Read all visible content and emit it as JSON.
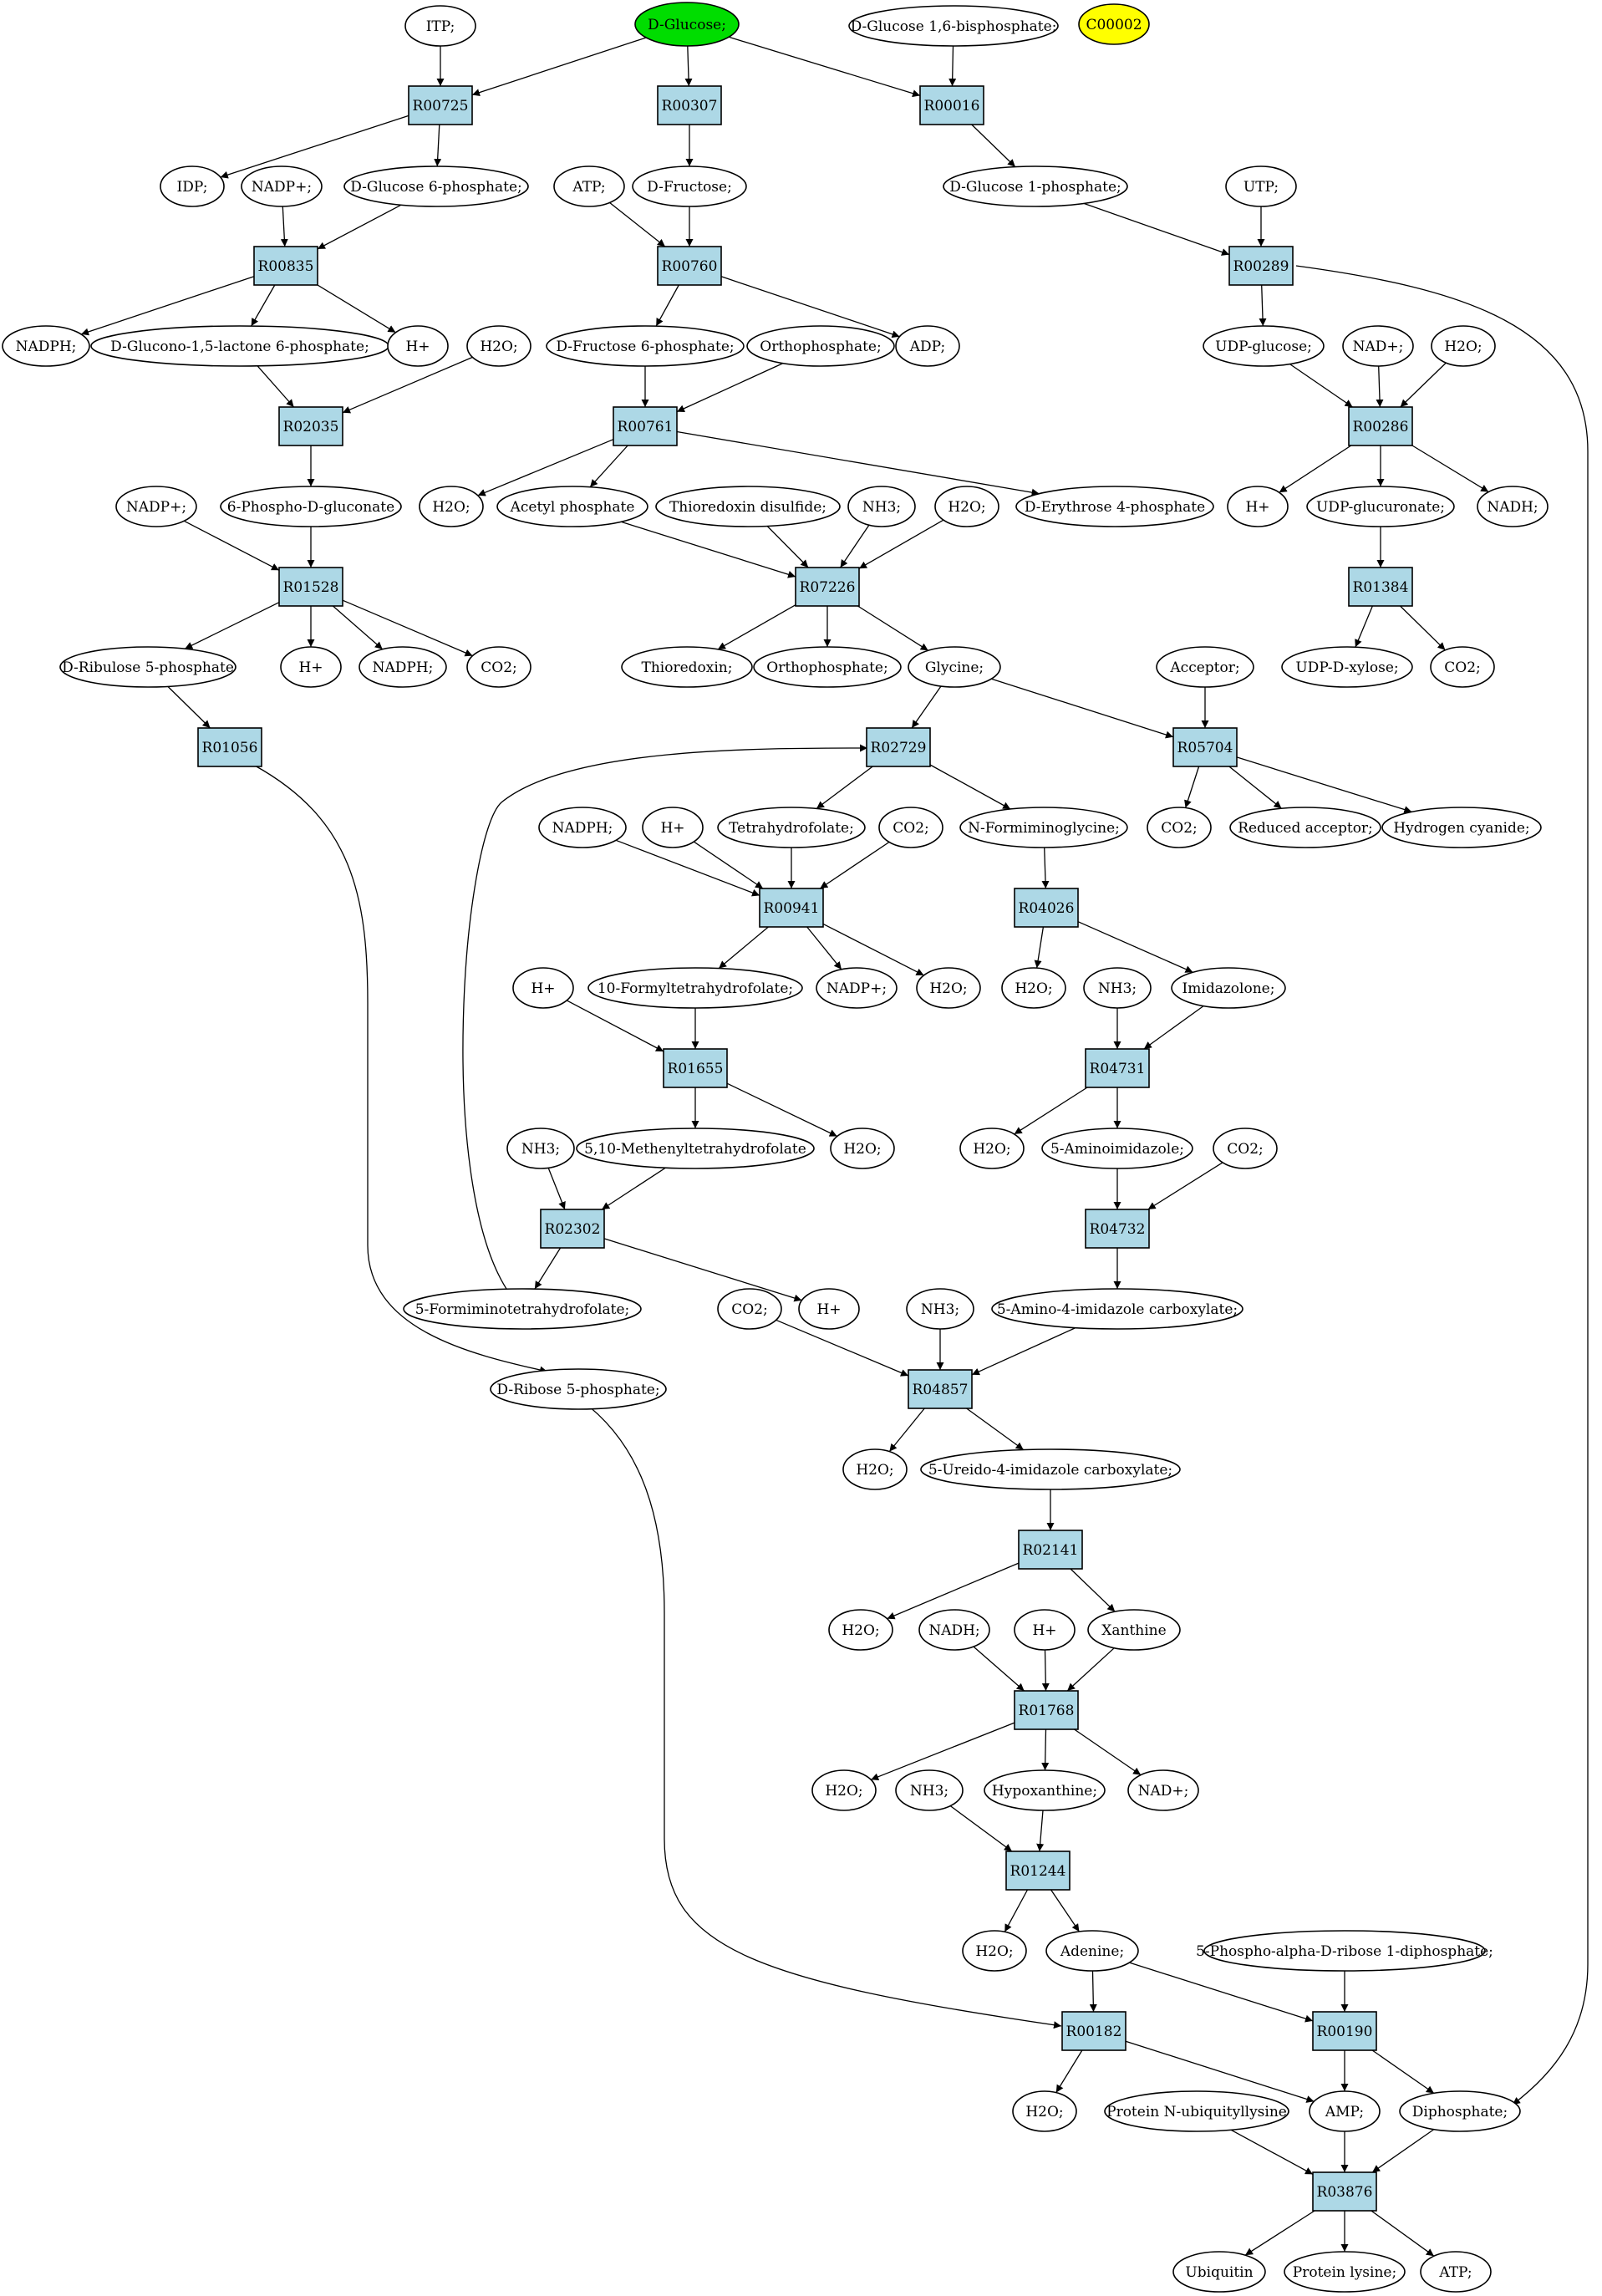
{
  "diagram": {
    "type": "metabolic-pathway",
    "nodes": [
      {
        "id": "itp",
        "label": "ITP;",
        "kind": "compound"
      },
      {
        "id": "dglucose",
        "label": "D-Glucose;",
        "kind": "start"
      },
      {
        "id": "dg16bp",
        "label": "D-Glucose 1,6-bisphosphate;",
        "kind": "compound"
      },
      {
        "id": "c00002",
        "label": "C00002",
        "kind": "highlight"
      },
      {
        "id": "r00725",
        "label": "R00725",
        "kind": "reaction"
      },
      {
        "id": "r00307",
        "label": "R00307",
        "kind": "reaction"
      },
      {
        "id": "r00016",
        "label": "R00016",
        "kind": "reaction"
      },
      {
        "id": "idp",
        "label": "IDP;",
        "kind": "compound"
      },
      {
        "id": "nadpA",
        "label": "NADP+;",
        "kind": "compound"
      },
      {
        "id": "dg6p",
        "label": "D-Glucose 6-phosphate;",
        "kind": "compound"
      },
      {
        "id": "atpA",
        "label": "ATP;",
        "kind": "compound"
      },
      {
        "id": "dfructose",
        "label": "D-Fructose;",
        "kind": "compound"
      },
      {
        "id": "dg1p",
        "label": "D-Glucose 1-phosphate;",
        "kind": "compound"
      },
      {
        "id": "utp",
        "label": "UTP;",
        "kind": "compound"
      },
      {
        "id": "r00835",
        "label": "R00835",
        "kind": "reaction"
      },
      {
        "id": "r00760",
        "label": "R00760",
        "kind": "reaction"
      },
      {
        "id": "r00289",
        "label": "R00289",
        "kind": "reaction"
      },
      {
        "id": "nadphA",
        "label": "NADPH;",
        "kind": "compound"
      },
      {
        "id": "dglucono",
        "label": "D-Glucono-1,5-lactone 6-phosphate;",
        "kind": "compound"
      },
      {
        "id": "hA",
        "label": "H+",
        "kind": "compound"
      },
      {
        "id": "h2oA",
        "label": "H2O;",
        "kind": "compound"
      },
      {
        "id": "df6p",
        "label": "D-Fructose 6-phosphate;",
        "kind": "compound"
      },
      {
        "id": "orthoA",
        "label": "Orthophosphate;",
        "kind": "compound"
      },
      {
        "id": "adp",
        "label": "ADP;",
        "kind": "compound"
      },
      {
        "id": "udpglucose",
        "label": "UDP-glucose;",
        "kind": "compound"
      },
      {
        "id": "nadA",
        "label": "NAD+;",
        "kind": "compound"
      },
      {
        "id": "h2oB",
        "label": "H2O;",
        "kind": "compound"
      },
      {
        "id": "r02035",
        "label": "R02035",
        "kind": "reaction"
      },
      {
        "id": "r00761",
        "label": "R00761",
        "kind": "reaction"
      },
      {
        "id": "r00286",
        "label": "R00286",
        "kind": "reaction"
      },
      {
        "id": "nadpB",
        "label": "NADP+;",
        "kind": "compound"
      },
      {
        "id": "phosphogluconate",
        "label": "6-Phospho-D-gluconate",
        "kind": "compound"
      },
      {
        "id": "h2oC",
        "label": "H2O;",
        "kind": "compound"
      },
      {
        "id": "acetylp",
        "label": "Acetyl phosphate",
        "kind": "compound"
      },
      {
        "id": "thioredoxinds",
        "label": "Thioredoxin disulfide;",
        "kind": "compound"
      },
      {
        "id": "nh3A",
        "label": "NH3;",
        "kind": "compound"
      },
      {
        "id": "h2oD",
        "label": "H2O;",
        "kind": "compound"
      },
      {
        "id": "de4p",
        "label": "D-Erythrose 4-phosphate",
        "kind": "compound"
      },
      {
        "id": "hB",
        "label": "H+",
        "kind": "compound"
      },
      {
        "id": "udpglucuronate",
        "label": "UDP-glucuronate;",
        "kind": "compound"
      },
      {
        "id": "nadh",
        "label": "NADH;",
        "kind": "compound"
      },
      {
        "id": "r01528",
        "label": "R01528",
        "kind": "reaction"
      },
      {
        "id": "r07226",
        "label": "R07226",
        "kind": "reaction"
      },
      {
        "id": "r01384",
        "label": "R01384",
        "kind": "reaction"
      },
      {
        "id": "dribulose",
        "label": "D-Ribulose 5-phosphate",
        "kind": "compound"
      },
      {
        "id": "hC",
        "label": "H+",
        "kind": "compound"
      },
      {
        "id": "nadphB",
        "label": "NADPH;",
        "kind": "compound"
      },
      {
        "id": "co2A",
        "label": "CO2;",
        "kind": "compound"
      },
      {
        "id": "thioredoxin",
        "label": "Thioredoxin;",
        "kind": "compound"
      },
      {
        "id": "orthoB",
        "label": "Orthophosphate;",
        "kind": "compound"
      },
      {
        "id": "glycine",
        "label": "Glycine;",
        "kind": "compound"
      },
      {
        "id": "acceptor",
        "label": "Acceptor;",
        "kind": "compound"
      },
      {
        "id": "udpxylose",
        "label": "UDP-D-xylose;",
        "kind": "compound"
      },
      {
        "id": "co2B",
        "label": "CO2;",
        "kind": "compound"
      },
      {
        "id": "r01056",
        "label": "R01056",
        "kind": "reaction"
      },
      {
        "id": "r02729",
        "label": "R02729",
        "kind": "reaction"
      },
      {
        "id": "r05704",
        "label": "R05704",
        "kind": "reaction"
      },
      {
        "id": "nadphC",
        "label": "NADPH;",
        "kind": "compound"
      },
      {
        "id": "hD",
        "label": "H+",
        "kind": "compound"
      },
      {
        "id": "thf",
        "label": "Tetrahydrofolate;",
        "kind": "compound"
      },
      {
        "id": "co2C",
        "label": "CO2;",
        "kind": "compound"
      },
      {
        "id": "nformiminoglycine",
        "label": "N-Formiminoglycine;",
        "kind": "compound"
      },
      {
        "id": "co2D",
        "label": "CO2;",
        "kind": "compound"
      },
      {
        "id": "reducedacceptor",
        "label": "Reduced acceptor;",
        "kind": "compound"
      },
      {
        "id": "hcn",
        "label": "Hydrogen cyanide;",
        "kind": "compound"
      },
      {
        "id": "r00941",
        "label": "R00941",
        "kind": "reaction"
      },
      {
        "id": "r04026",
        "label": "R04026",
        "kind": "reaction"
      },
      {
        "id": "hE",
        "label": "H+",
        "kind": "compound"
      },
      {
        "id": "formylthf",
        "label": "10-Formyltetrahydrofolate;",
        "kind": "compound"
      },
      {
        "id": "nadpC",
        "label": "NADP+;",
        "kind": "compound"
      },
      {
        "id": "h2oE",
        "label": "H2O;",
        "kind": "compound"
      },
      {
        "id": "h2oF",
        "label": "H2O;",
        "kind": "compound"
      },
      {
        "id": "nh3B",
        "label": "NH3;",
        "kind": "compound"
      },
      {
        "id": "imidazolone",
        "label": "Imidazolone;",
        "kind": "compound"
      },
      {
        "id": "r01655",
        "label": "R01655",
        "kind": "reaction"
      },
      {
        "id": "r04731",
        "label": "R04731",
        "kind": "reaction"
      },
      {
        "id": "nh3C",
        "label": "NH3;",
        "kind": "compound"
      },
      {
        "id": "methenylthf",
        "label": "5,10-Methenyltetrahydrofolate",
        "kind": "compound"
      },
      {
        "id": "h2oG",
        "label": "H2O;",
        "kind": "compound"
      },
      {
        "id": "h2oH",
        "label": "H2O;",
        "kind": "compound"
      },
      {
        "id": "aminoimidazole",
        "label": "5-Aminoimidazole;",
        "kind": "compound"
      },
      {
        "id": "co2E",
        "label": "CO2;",
        "kind": "compound"
      },
      {
        "id": "r02302",
        "label": "R02302",
        "kind": "reaction"
      },
      {
        "id": "r04732",
        "label": "R04732",
        "kind": "reaction"
      },
      {
        "id": "formiminothf",
        "label": "5-Formiminotetrahydrofolate;",
        "kind": "compound"
      },
      {
        "id": "co2F",
        "label": "CO2;",
        "kind": "compound"
      },
      {
        "id": "hF",
        "label": "H+",
        "kind": "compound"
      },
      {
        "id": "nh3D",
        "label": "NH3;",
        "kind": "compound"
      },
      {
        "id": "aminoimidazolecarb",
        "label": "5-Amino-4-imidazole carboxylate;",
        "kind": "compound"
      },
      {
        "id": "dribose5p",
        "label": "D-Ribose 5-phosphate;",
        "kind": "compound"
      },
      {
        "id": "r04857",
        "label": "R04857",
        "kind": "reaction"
      },
      {
        "id": "h2oI",
        "label": "H2O;",
        "kind": "compound"
      },
      {
        "id": "ureidoimidazole",
        "label": "5-Ureido-4-imidazole carboxylate;",
        "kind": "compound"
      },
      {
        "id": "r02141",
        "label": "R02141",
        "kind": "reaction"
      },
      {
        "id": "h2oJ",
        "label": "H2O;",
        "kind": "compound"
      },
      {
        "id": "nadhB",
        "label": "NADH;",
        "kind": "compound"
      },
      {
        "id": "hG",
        "label": "H+",
        "kind": "compound"
      },
      {
        "id": "xanthine",
        "label": "Xanthine",
        "kind": "compound"
      },
      {
        "id": "r01768",
        "label": "R01768",
        "kind": "reaction"
      },
      {
        "id": "h2oK",
        "label": "H2O;",
        "kind": "compound"
      },
      {
        "id": "nh3E",
        "label": "NH3;",
        "kind": "compound"
      },
      {
        "id": "hypoxanthine",
        "label": "Hypoxanthine;",
        "kind": "compound"
      },
      {
        "id": "nadB",
        "label": "NAD+;",
        "kind": "compound"
      },
      {
        "id": "r01244",
        "label": "R01244",
        "kind": "reaction"
      },
      {
        "id": "h2oL",
        "label": "H2O;",
        "kind": "compound"
      },
      {
        "id": "adenine",
        "label": "Adenine;",
        "kind": "compound"
      },
      {
        "id": "prpp",
        "label": "5-Phospho-alpha-D-ribose 1-diphosphate;",
        "kind": "compound"
      },
      {
        "id": "r00182",
        "label": "R00182",
        "kind": "reaction"
      },
      {
        "id": "r00190",
        "label": "R00190",
        "kind": "reaction"
      },
      {
        "id": "h2oM",
        "label": "H2O;",
        "kind": "compound"
      },
      {
        "id": "proteinnubq",
        "label": "Protein N-ubiquityllysine",
        "kind": "compound"
      },
      {
        "id": "amp",
        "label": "AMP;",
        "kind": "compound"
      },
      {
        "id": "diphosphate",
        "label": "Diphosphate;",
        "kind": "compound"
      },
      {
        "id": "r03876",
        "label": "R03876",
        "kind": "reaction"
      },
      {
        "id": "ubiquitin",
        "label": "Ubiquitin",
        "kind": "compound"
      },
      {
        "id": "proteinlysine",
        "label": "Protein lysine;",
        "kind": "compound"
      },
      {
        "id": "atpB",
        "label": "ATP;",
        "kind": "compound"
      }
    ],
    "edges": [
      [
        "itp",
        "r00725"
      ],
      [
        "dglucose",
        "r00725"
      ],
      [
        "dglucose",
        "r00307"
      ],
      [
        "dglucose",
        "r00016"
      ],
      [
        "dg16bp",
        "r00016"
      ],
      [
        "r00725",
        "idp"
      ],
      [
        "r00725",
        "dg6p"
      ],
      [
        "r00307",
        "dfructose"
      ],
      [
        "r00016",
        "dg1p"
      ],
      [
        "nadpA",
        "r00835"
      ],
      [
        "dg6p",
        "r00835"
      ],
      [
        "atpA",
        "r00760"
      ],
      [
        "dfructose",
        "r00760"
      ],
      [
        "dg1p",
        "r00289"
      ],
      [
        "utp",
        "r00289"
      ],
      [
        "r00835",
        "nadphA"
      ],
      [
        "r00835",
        "dglucono"
      ],
      [
        "r00835",
        "hA"
      ],
      [
        "r00760",
        "df6p"
      ],
      [
        "r00760",
        "adp"
      ],
      [
        "r00289",
        "udpglucose"
      ],
      [
        "r00289",
        "diphosphate"
      ],
      [
        "dglucono",
        "r02035"
      ],
      [
        "h2oA",
        "r02035"
      ],
      [
        "df6p",
        "r00761"
      ],
      [
        "orthoA",
        "r00761"
      ],
      [
        "udpglucose",
        "r00286"
      ],
      [
        "nadA",
        "r00286"
      ],
      [
        "h2oB",
        "r00286"
      ],
      [
        "r02035",
        "phosphogluconate"
      ],
      [
        "r00761",
        "h2oC"
      ],
      [
        "r00761",
        "acetylp"
      ],
      [
        "r00761",
        "de4p"
      ],
      [
        "r00286",
        "hB"
      ],
      [
        "r00286",
        "udpglucuronate"
      ],
      [
        "r00286",
        "nadh"
      ],
      [
        "nadpB",
        "r01528"
      ],
      [
        "phosphogluconate",
        "r01528"
      ],
      [
        "acetylp",
        "r07226"
      ],
      [
        "thioredoxinds",
        "r07226"
      ],
      [
        "nh3A",
        "r07226"
      ],
      [
        "h2oD",
        "r07226"
      ],
      [
        "udpglucuronate",
        "r01384"
      ],
      [
        "r01528",
        "dribulose"
      ],
      [
        "r01528",
        "hC"
      ],
      [
        "r01528",
        "nadphB"
      ],
      [
        "r01528",
        "co2A"
      ],
      [
        "r07226",
        "thioredoxin"
      ],
      [
        "r07226",
        "orthoB"
      ],
      [
        "r07226",
        "glycine"
      ],
      [
        "r01384",
        "udpxylose"
      ],
      [
        "r01384",
        "co2B"
      ],
      [
        "dribulose",
        "r01056"
      ],
      [
        "glycine",
        "r02729"
      ],
      [
        "glycine",
        "r05704"
      ],
      [
        "acceptor",
        "r05704"
      ],
      [
        "r02729",
        "thf"
      ],
      [
        "r02729",
        "nformiminoglycine"
      ],
      [
        "r05704",
        "co2D"
      ],
      [
        "r05704",
        "reducedacceptor"
      ],
      [
        "r05704",
        "hcn"
      ],
      [
        "nadphC",
        "r00941"
      ],
      [
        "hD",
        "r00941"
      ],
      [
        "thf",
        "r00941"
      ],
      [
        "co2C",
        "r00941"
      ],
      [
        "nformiminoglycine",
        "r04026"
      ],
      [
        "r00941",
        "formylthf"
      ],
      [
        "r00941",
        "nadpC"
      ],
      [
        "r00941",
        "h2oE"
      ],
      [
        "r04026",
        "h2oF"
      ],
      [
        "r04026",
        "imidazolone"
      ],
      [
        "hE",
        "r01655"
      ],
      [
        "formylthf",
        "r01655"
      ],
      [
        "nh3B",
        "r04731"
      ],
      [
        "imidazolone",
        "r04731"
      ],
      [
        "r01655",
        "methenylthf"
      ],
      [
        "r01655",
        "h2oG"
      ],
      [
        "r04731",
        "h2oH"
      ],
      [
        "r04731",
        "aminoimidazole"
      ],
      [
        "nh3C",
        "r02302"
      ],
      [
        "methenylthf",
        "r02302"
      ],
      [
        "aminoimidazole",
        "r04732"
      ],
      [
        "co2E",
        "r04732"
      ],
      [
        "r02302",
        "formiminothf"
      ],
      [
        "r02302",
        "hF"
      ],
      [
        "formiminothf",
        "r02729"
      ],
      [
        "r04732",
        "aminoimidazolecarb"
      ],
      [
        "r01056",
        "dribose5p"
      ],
      [
        "co2F",
        "r04857"
      ],
      [
        "nh3D",
        "r04857"
      ],
      [
        "aminoimidazolecarb",
        "r04857"
      ],
      [
        "r04857",
        "h2oI"
      ],
      [
        "r04857",
        "ureidoimidazole"
      ],
      [
        "ureidoimidazole",
        "r02141"
      ],
      [
        "r02141",
        "h2oJ"
      ],
      [
        "r02141",
        "xanthine"
      ],
      [
        "nadhB",
        "r01768"
      ],
      [
        "hG",
        "r01768"
      ],
      [
        "xanthine",
        "r01768"
      ],
      [
        "r01768",
        "h2oK"
      ],
      [
        "r01768",
        "hypoxanthine"
      ],
      [
        "r01768",
        "nadB"
      ],
      [
        "nh3E",
        "r01244"
      ],
      [
        "hypoxanthine",
        "r01244"
      ],
      [
        "r01244",
        "h2oL"
      ],
      [
        "r01244",
        "adenine"
      ],
      [
        "adenine",
        "r00182"
      ],
      [
        "dribose5p",
        "r00182"
      ],
      [
        "adenine",
        "r00190"
      ],
      [
        "prpp",
        "r00190"
      ],
      [
        "r00182",
        "h2oM"
      ],
      [
        "r00182",
        "amp"
      ],
      [
        "r00190",
        "amp"
      ],
      [
        "r00190",
        "diphosphate"
      ],
      [
        "proteinnubq",
        "r03876"
      ],
      [
        "amp",
        "r03876"
      ],
      [
        "diphosphate",
        "r03876"
      ],
      [
        "r03876",
        "ubiquitin"
      ],
      [
        "r03876",
        "proteinlysine"
      ],
      [
        "r03876",
        "atpB"
      ]
    ]
  }
}
